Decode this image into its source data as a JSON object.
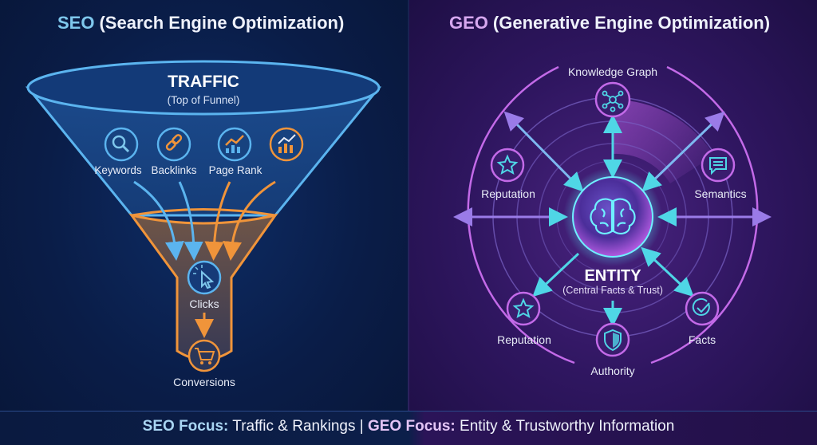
{
  "left_panel": {
    "title_accent": "SEO",
    "title_rest": "(Search Engine Optimization)",
    "funnel": {
      "top_label": "TRAFFIC",
      "top_sublabel": "(Top of Funnel)",
      "inputs": [
        {
          "label": "Keywords",
          "icon": "search-icon"
        },
        {
          "label": "Backlinks",
          "icon": "link-icon"
        },
        {
          "label": "Page Rank",
          "icon": "trend-chart-icon"
        },
        {
          "label": "",
          "icon": "bar-chart-icon"
        }
      ],
      "stages": [
        {
          "label": "Clicks",
          "icon": "cursor-click-icon"
        },
        {
          "label": "Conversions",
          "icon": "shopping-cart-icon"
        }
      ]
    }
  },
  "right_panel": {
    "title_accent": "GEO",
    "title_rest": "(Generative Engine Optimization)",
    "center": {
      "label": "ENTITY",
      "sublabel": "(Central Facts & Trust)",
      "icon": "brain-icon"
    },
    "nodes": [
      {
        "label": "Knowledge Graph",
        "icon": "network-icon"
      },
      {
        "label": "Reputation",
        "icon": "star-icon"
      },
      {
        "label": "Semantics",
        "icon": "chat-icon"
      },
      {
        "label": "Reputation",
        "icon": "star-icon"
      },
      {
        "label": "Authority",
        "icon": "shield-icon"
      },
      {
        "label": "Facts",
        "icon": "check-circle-icon"
      }
    ]
  },
  "footer": {
    "seo_label": "SEO Focus:",
    "seo_text": " Traffic & Rankings | ",
    "geo_label": "GEO Focus:",
    "geo_text": " Entity & Trustworthy Information"
  },
  "colors": {
    "seo_blue": "#5bb4ef",
    "seo_orange": "#f0943a",
    "geo_purple": "#c36ae8",
    "geo_cyan": "#4fd6e6"
  }
}
